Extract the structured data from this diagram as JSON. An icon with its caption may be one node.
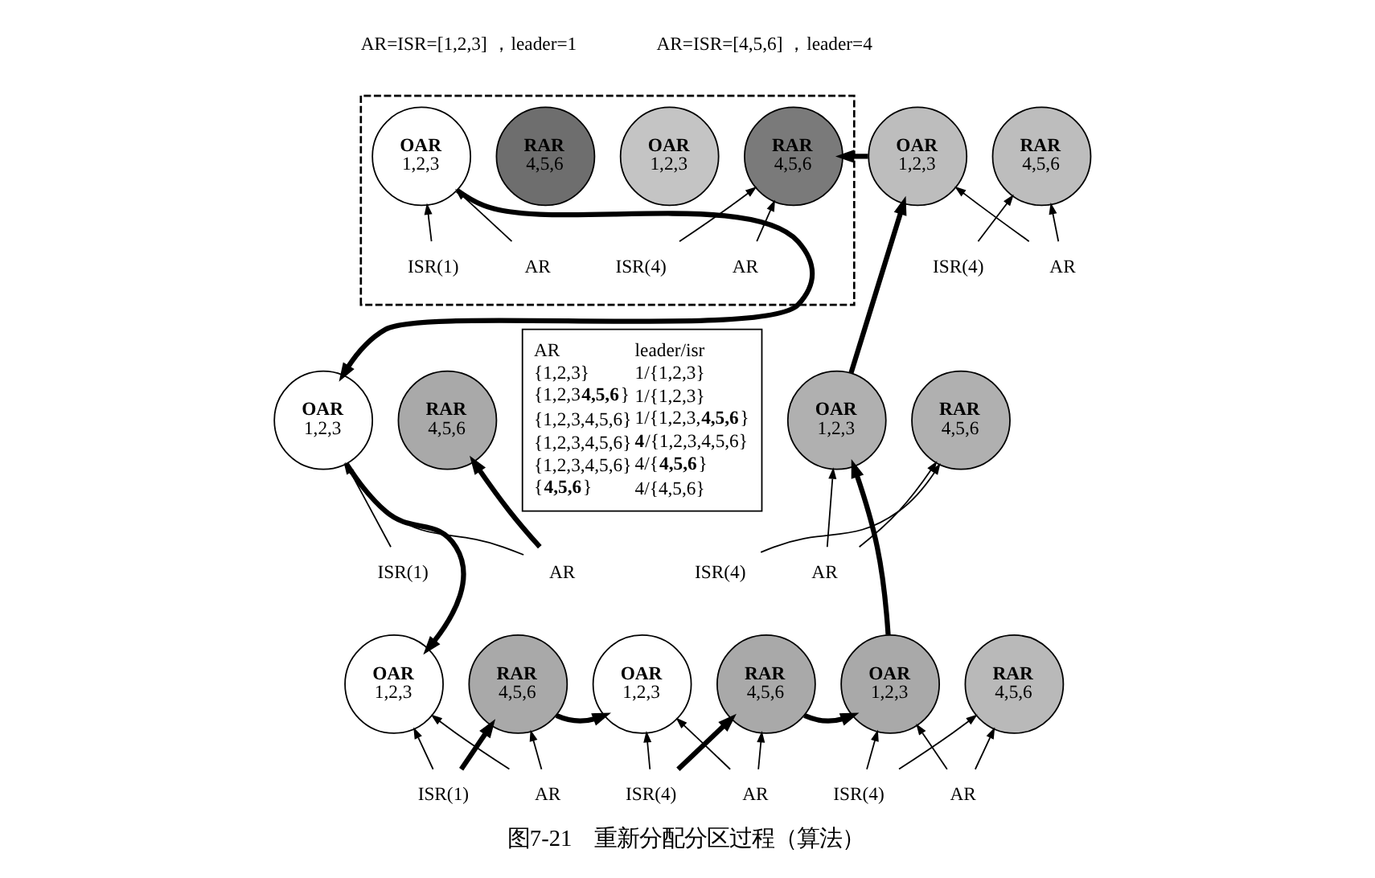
{
  "diagram": {
    "caption": "图7-21　重新分配分区过程（算法）",
    "nodes": [
      {
        "text": [],
        "shape": "box"
      },
      {
        "text": [
          "OAR",
          "1,2,3"
        ],
        "in": 0
      },
      {
        "text": [
          "RAR",
          "4,5,6"
        ],
        "in": 0
      },
      {
        "text": [
          "ISR(1)"
        ],
        "in": 0
      },
      {
        "text": [
          "AR"
        ],
        "in": 0
      },
      {
        "text": [
          "OAR",
          "1,2,3"
        ],
        "in": 0
      },
      {
        "text": [
          "RAR",
          "4,5,6"
        ],
        "in": 0
      },
      {
        "text": [
          "ISR(4)"
        ],
        "in": 0
      },
      {
        "text": [
          "AR"
        ],
        "in": 0
      },
      {
        "text": [
          "OAR",
          "1,2,3"
        ]
      },
      {
        "text": [
          "RAR",
          "4,5,6"
        ]
      },
      {
        "text": [
          "ISR(4)"
        ]
      },
      {
        "text": [
          "AR"
        ]
      },
      {
        "text": [
          "OAR",
          "1,2,3"
        ]
      },
      {
        "text": [
          "RAR",
          "4,5,6"
        ]
      },
      {
        "text": [
          "ISR(1)"
        ]
      },
      {
        "text": [
          "AR"
        ]
      },
      {
        "text": [
          "AR",
          "leader/isr",
          "{1,2,3}",
          "1/{1,2,3}",
          "{1,2,3**4,5,6**}",
          "1/{1,2,3}",
          "{1,2,3,4,5,6}",
          "1/{1,2,3,**4,5,6**}",
          "{1,2,3,4,5,6}",
          "**4**/{1,2,3,4,5,6}",
          "{1,2,3,4,5,6}",
          "4/{**4,5,6**}",
          "{**4,5,6**}",
          "4/{4,5,6}"
        ]
      },
      {
        "text": [
          "OAR",
          "1,2,3"
        ]
      },
      {
        "text": [
          "RAR",
          "4,5,6"
        ]
      },
      {
        "text": [
          "ISR(4)"
        ]
      },
      {
        "text": [
          "AR"
        ]
      },
      {
        "text": [
          "OAR",
          "1,2,3"
        ]
      },
      {
        "text": [
          "RAR",
          "4,5,6"
        ]
      },
      {
        "text": [
          "ISR(1)"
        ]
      },
      {
        "text": [
          "AR"
        ]
      },
      {
        "text": [
          "OAR",
          "1,2,3"
        ]
      },
      {
        "text": [
          "RAR",
          "4,5,6"
        ]
      },
      {
        "text": [
          "ISR(4)"
        ]
      },
      {
        "text": [
          "AR"
        ]
      },
      {
        "text": [
          "OAR",
          "1,2,3"
        ]
      },
      {
        "text": [
          "RAR",
          "4,5,6"
        ]
      },
      {
        "text": [
          "ISR(4)"
        ]
      },
      {
        "text": [
          "AR"
        ]
      }
    ],
    "edges": [
      {
        "from": 3,
        "to": 1,
        "arrow": "to"
      },
      {
        "from": 4,
        "to": 1,
        "arrow": "to"
      },
      {
        "from": 7,
        "to": 6,
        "arrow": "to"
      },
      {
        "from": 8,
        "to": 6,
        "arrow": "to"
      },
      {
        "from": 11,
        "to": 10,
        "arrow": "to"
      },
      {
        "from": 12,
        "to": 9,
        "arrow": "to"
      },
      {
        "from": 12,
        "to": 10,
        "arrow": "to"
      },
      {
        "from": 15,
        "to": 13,
        "arrow": "to"
      },
      {
        "from": 16,
        "to": 13,
        "arrow": "to"
      },
      {
        "from": 16,
        "to": 14,
        "arrow": "to",
        "style": "thick"
      },
      {
        "from": 20,
        "to": 19,
        "arrow": "to"
      },
      {
        "from": 21,
        "to": 18,
        "arrow": "to"
      },
      {
        "from": 21,
        "to": 19,
        "arrow": "to"
      },
      {
        "from": 24,
        "to": 22,
        "arrow": "to"
      },
      {
        "from": 24,
        "to": 23,
        "arrow": "to",
        "style": "thick"
      },
      {
        "from": 25,
        "to": 22,
        "arrow": "to"
      },
      {
        "from": 25,
        "to": 23,
        "arrow": "to"
      },
      {
        "from": 28,
        "to": 26,
        "arrow": "to"
      },
      {
        "from": 28,
        "to": 27,
        "arrow": "to",
        "style": "thick"
      },
      {
        "from": 29,
        "to": 26,
        "arrow": "to"
      },
      {
        "from": 29,
        "to": 27,
        "arrow": "to"
      },
      {
        "from": 32,
        "to": 30,
        "arrow": "to"
      },
      {
        "from": 32,
        "to": 31,
        "arrow": "to"
      },
      {
        "from": 33,
        "to": 30,
        "arrow": "to"
      },
      {
        "from": 33,
        "to": 31,
        "arrow": "to"
      },
      {
        "from": 1,
        "to": 13,
        "arrow": "to",
        "style": "thick"
      },
      {
        "from": 13,
        "to": 22,
        "arrow": "to",
        "style": "thick"
      },
      {
        "from": 23,
        "to": 26,
        "arrow": "to",
        "style": "thick"
      },
      {
        "from": 27,
        "to": 30,
        "arrow": "to",
        "style": "thick"
      },
      {
        "from": 30,
        "to": 18,
        "arrow": "to",
        "style": "thick"
      },
      {
        "from": 18,
        "to": 9,
        "arrow": "to",
        "style": "thick"
      },
      {
        "from": 9,
        "to": 6,
        "arrow": "to",
        "style": "thick"
      }
    ],
    "labels": [
      "AR=ISR=[1,2,3] ，leader=1",
      "AR=ISR=[4,5,6] ，leader=4"
    ]
  }
}
